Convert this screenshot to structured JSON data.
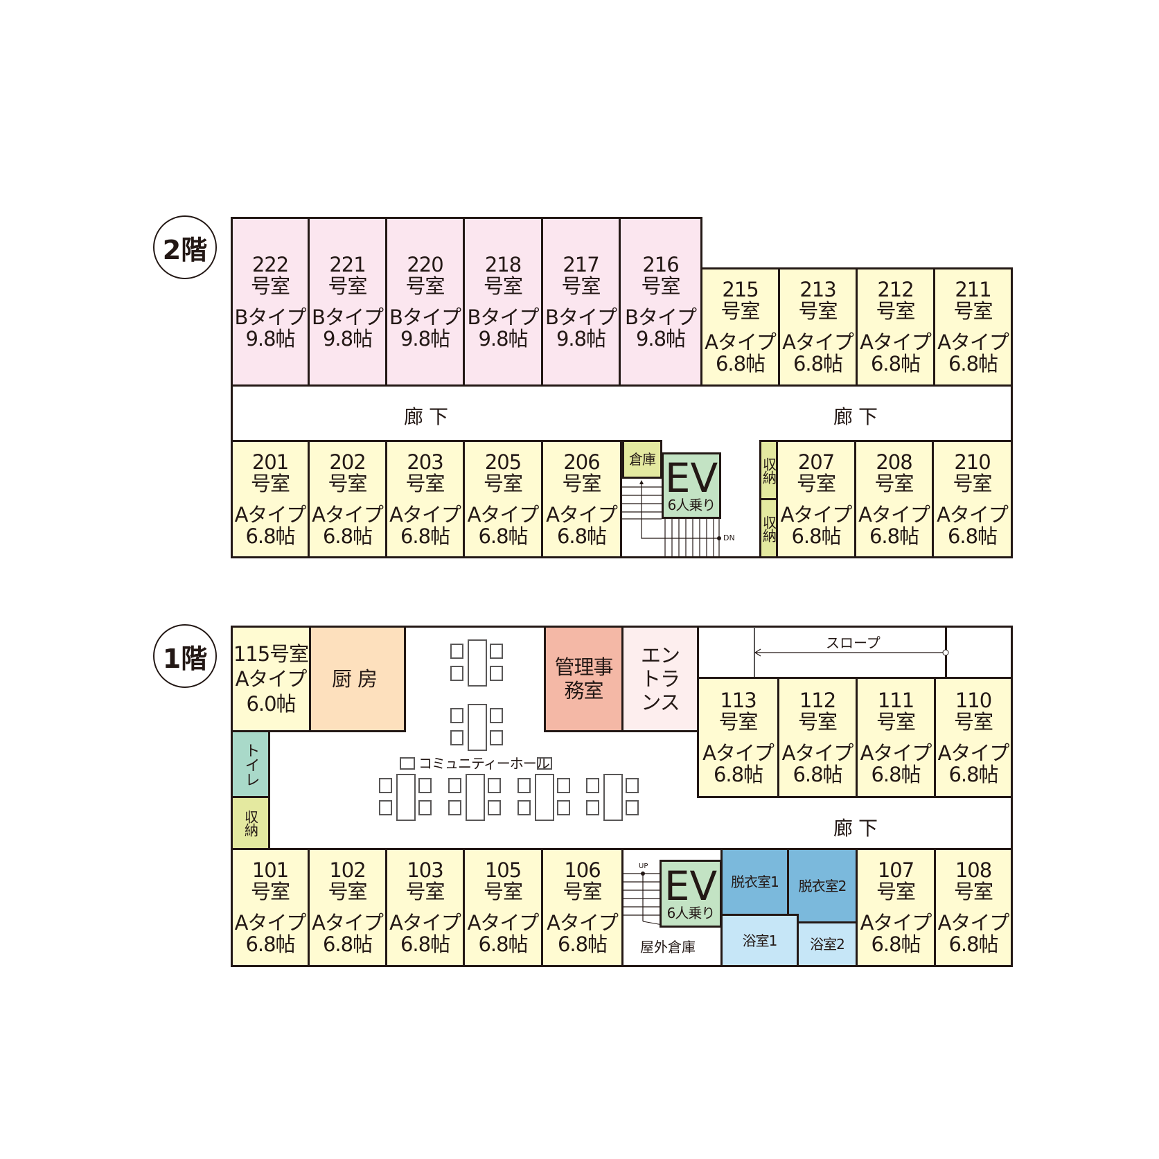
{
  "floor2": {
    "label": "2階",
    "corridor_left": "廊下",
    "corridor_right": "廊下",
    "rooms": [
      {
        "no": "222",
        "unit": "号室",
        "type": "Bタイプ",
        "size": "9.8帖"
      },
      {
        "no": "221",
        "unit": "号室",
        "type": "Bタイプ",
        "size": "9.8帖"
      },
      {
        "no": "220",
        "unit": "号室",
        "type": "Bタイプ",
        "size": "9.8帖"
      },
      {
        "no": "218",
        "unit": "号室",
        "type": "Bタイプ",
        "size": "9.8帖"
      },
      {
        "no": "217",
        "unit": "号室",
        "type": "Bタイプ",
        "size": "9.8帖"
      },
      {
        "no": "216",
        "unit": "号室",
        "type": "Bタイプ",
        "size": "9.8帖"
      },
      {
        "no": "215",
        "unit": "号室",
        "type": "Aタイプ",
        "size": "6.8帖"
      },
      {
        "no": "213",
        "unit": "号室",
        "type": "Aタイプ",
        "size": "6.8帖"
      },
      {
        "no": "212",
        "unit": "号室",
        "type": "Aタイプ",
        "size": "6.8帖"
      },
      {
        "no": "211",
        "unit": "号室",
        "type": "Aタイプ",
        "size": "6.8帖"
      },
      {
        "no": "201",
        "unit": "号室",
        "type": "Aタイプ",
        "size": "6.8帖"
      },
      {
        "no": "202",
        "unit": "号室",
        "type": "Aタイプ",
        "size": "6.8帖"
      },
      {
        "no": "203",
        "unit": "号室",
        "type": "Aタイプ",
        "size": "6.8帖"
      },
      {
        "no": "205",
        "unit": "号室",
        "type": "Aタイプ",
        "size": "6.8帖"
      },
      {
        "no": "206",
        "unit": "号室",
        "type": "Aタイプ",
        "size": "6.8帖"
      },
      {
        "no": "207",
        "unit": "号室",
        "type": "Aタイプ",
        "size": "6.8帖"
      },
      {
        "no": "208",
        "unit": "号室",
        "type": "Aタイプ",
        "size": "6.8帖"
      },
      {
        "no": "210",
        "unit": "号室",
        "type": "Aタイプ",
        "size": "6.8帖"
      }
    ],
    "storage": "倉庫",
    "closet1": "収納",
    "closet2": "収納",
    "ev": "EV",
    "ev_capacity": "6人乗り",
    "stair_dir": "DN"
  },
  "floor1": {
    "label": "1階",
    "corridor": "廊下",
    "room115": {
      "line1": "115号室",
      "type": "Aタイプ",
      "size": "6.0帖"
    },
    "kitchen": "厨房",
    "office": "管理事務室",
    "entrance": "エントランス",
    "slope": "スロープ",
    "toilet": "トイレ",
    "closet": "収納",
    "hall": "コミュニティーホール",
    "dressing1": "脱衣室1",
    "dressing2": "脱衣室2",
    "bath1": "浴室1",
    "bath2": "浴室2",
    "outdoor_storage": "屋外倉庫",
    "ev": "EV",
    "ev_capacity": "6人乗り",
    "stair_dir": "UP",
    "rooms": [
      {
        "no": "113",
        "unit": "号室",
        "type": "Aタイプ",
        "size": "6.8帖"
      },
      {
        "no": "112",
        "unit": "号室",
        "type": "Aタイプ",
        "size": "6.8帖"
      },
      {
        "no": "111",
        "unit": "号室",
        "type": "Aタイプ",
        "size": "6.8帖"
      },
      {
        "no": "110",
        "unit": "号室",
        "type": "Aタイプ",
        "size": "6.8帖"
      },
      {
        "no": "101",
        "unit": "号室",
        "type": "Aタイプ",
        "size": "6.8帖"
      },
      {
        "no": "102",
        "unit": "号室",
        "type": "Aタイプ",
        "size": "6.8帖"
      },
      {
        "no": "103",
        "unit": "号室",
        "type": "Aタイプ",
        "size": "6.8帖"
      },
      {
        "no": "105",
        "unit": "号室",
        "type": "Aタイプ",
        "size": "6.8帖"
      },
      {
        "no": "106",
        "unit": "号室",
        "type": "Aタイプ",
        "size": "6.8帖"
      },
      {
        "no": "107",
        "unit": "号室",
        "type": "Aタイプ",
        "size": "6.8帖"
      },
      {
        "no": "108",
        "unit": "号室",
        "type": "Aタイプ",
        "size": "6.8帖"
      }
    ]
  },
  "colors": {
    "typeB": "#fbe6ef",
    "typeA": "#fffbd2",
    "ev": "#c3e3c4"
  }
}
